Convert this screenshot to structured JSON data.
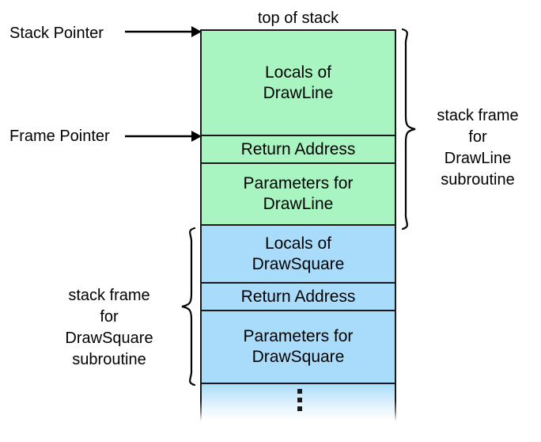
{
  "diagram": {
    "title_caption": "top of stack",
    "colors": {
      "frame_drawline_fill": "#a9f5c2",
      "frame_drawsquare_fill": "#a9dcfb",
      "outline": "#1a1a1a",
      "background": "#ffffff"
    },
    "pointers": [
      {
        "id": "stack-pointer",
        "label": "Stack Pointer",
        "points_to": "Locals of DrawLine"
      },
      {
        "id": "frame-pointer",
        "label": "Frame Pointer",
        "points_to": "Return Address"
      }
    ],
    "stack_cells": [
      {
        "id": "locals-drawline",
        "line1": "Locals of",
        "line2": "DrawLine",
        "fill": "green"
      },
      {
        "id": "return-address-drawline",
        "line1": "Return Address",
        "line2": "",
        "fill": "green"
      },
      {
        "id": "params-drawline",
        "line1": "Parameters for",
        "line2": "DrawLine",
        "fill": "green"
      },
      {
        "id": "locals-drawsquare",
        "line1": "Locals of",
        "line2": "DrawSquare",
        "fill": "blue"
      },
      {
        "id": "return-address-drawsquare",
        "line1": "Return Address",
        "line2": "",
        "fill": "blue"
      },
      {
        "id": "params-drawsquare",
        "line1": "Parameters for",
        "line2": "DrawSquare",
        "fill": "blue"
      },
      {
        "id": "continuation",
        "line1": "",
        "line2": "",
        "fill": "fade"
      }
    ],
    "frame_annotations": [
      {
        "id": "drawline-frame",
        "side": "right",
        "line1": "stack frame",
        "line2": "for",
        "line3": "DrawLine",
        "line4": "subroutine"
      },
      {
        "id": "drawsquare-frame",
        "side": "left",
        "line1": "stack frame",
        "line2": "for",
        "line3": "DrawSquare",
        "line4": "subroutine"
      }
    ]
  }
}
